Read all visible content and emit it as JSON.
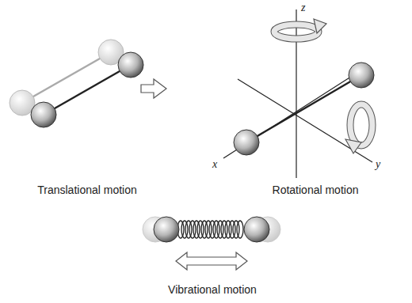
{
  "diagram": {
    "labels": [
      "Translational motion",
      "Rotational motion",
      "Vibrational motion",
      "z",
      "x",
      "y"
    ]
  }
}
